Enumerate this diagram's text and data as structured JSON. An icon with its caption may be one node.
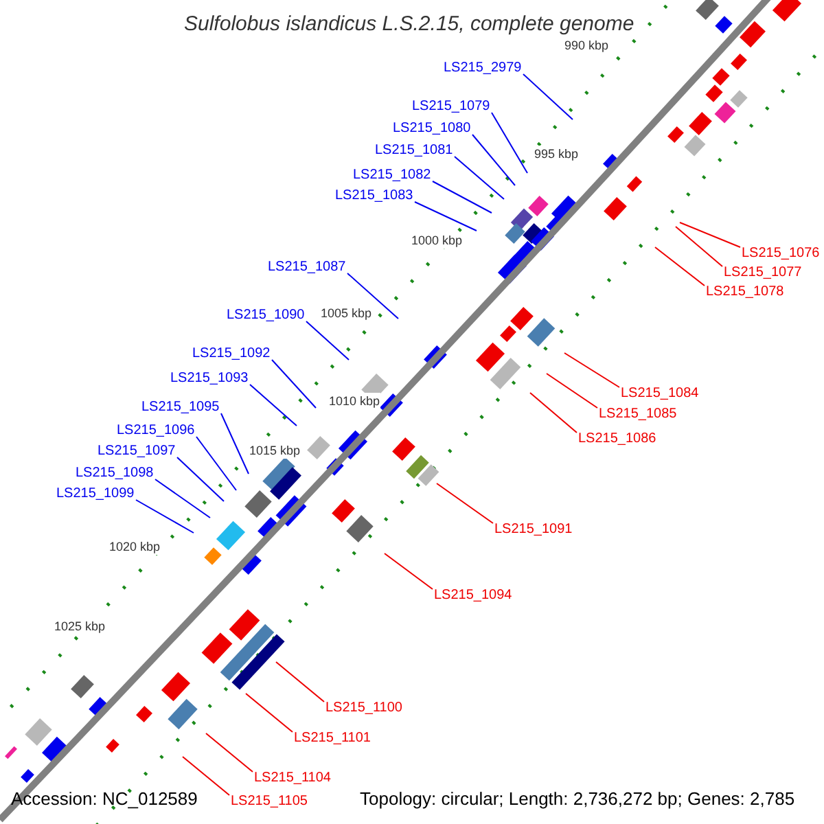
{
  "diagram": {
    "title": "Sulfolobus islandicus L.S.2.15, complete genome",
    "nodes": [
      {
        "text": [
          "LS215_2979"
        ]
      },
      {
        "text": [
          "LS215_1079"
        ]
      },
      {
        "text": [
          "LS215_1080"
        ]
      },
      {
        "text": [
          "LS215_1081"
        ]
      },
      {
        "text": [
          "LS215_1082"
        ]
      },
      {
        "text": [
          "LS215_1083"
        ]
      },
      {
        "text": [
          "LS215_1076"
        ]
      },
      {
        "text": [
          "LS215_1077"
        ]
      },
      {
        "text": [
          "LS215_1087"
        ]
      },
      {
        "text": [
          "LS215_1078"
        ]
      },
      {
        "text": [
          "LS215_1090"
        ]
      },
      {
        "text": [
          "LS215_1092"
        ]
      },
      {
        "text": [
          "LS215_1093"
        ]
      },
      {
        "text": [
          "LS215_1084"
        ]
      },
      {
        "text": [
          "LS215_1095"
        ]
      },
      {
        "text": [
          "LS215_1085"
        ]
      },
      {
        "text": [
          "LS215_1096"
        ]
      },
      {
        "text": [
          "LS215_1086"
        ]
      },
      {
        "text": [
          "LS215_1097"
        ]
      },
      {
        "text": [
          "LS215_1098"
        ]
      },
      {
        "text": [
          "LS215_1099"
        ]
      },
      {
        "text": [
          "LS215_1091"
        ]
      },
      {
        "text": [
          "LS215_1094"
        ]
      },
      {
        "text": [
          "LS215_1100"
        ]
      },
      {
        "text": [
          "LS215_1101"
        ]
      },
      {
        "text": [
          "LS215_1104"
        ]
      },
      {
        "text": [
          "LS215_1105"
        ]
      }
    ],
    "edges": [
      {
        "from": 0,
        "to": null,
        "arrow": "none"
      },
      {
        "from": 1,
        "to": null,
        "arrow": "none"
      },
      {
        "from": 2,
        "to": null,
        "arrow": "none"
      },
      {
        "from": 3,
        "to": null,
        "arrow": "none"
      },
      {
        "from": 4,
        "to": null,
        "arrow": "none"
      },
      {
        "from": 5,
        "to": null,
        "arrow": "none"
      },
      {
        "from": 6,
        "to": null,
        "arrow": "none",
        "color": "#ee0000"
      },
      {
        "from": 7,
        "to": null,
        "arrow": "none",
        "color": "#ee0000"
      },
      {
        "from": 8,
        "to": null,
        "arrow": "none"
      },
      {
        "from": 9,
        "to": null,
        "arrow": "none",
        "color": "#ee0000"
      },
      {
        "from": 10,
        "to": null,
        "arrow": "none"
      },
      {
        "from": 11,
        "to": null,
        "arrow": "none"
      },
      {
        "from": 12,
        "to": null,
        "arrow": "none"
      },
      {
        "from": 13,
        "to": null,
        "arrow": "none",
        "color": "#ee0000"
      },
      {
        "from": 14,
        "to": null,
        "arrow": "none"
      },
      {
        "from": 15,
        "to": null,
        "arrow": "none",
        "color": "#ee0000"
      },
      {
        "from": 16,
        "to": null,
        "arrow": "none"
      },
      {
        "from": 17,
        "to": null,
        "arrow": "none",
        "color": "#ee0000"
      },
      {
        "from": 18,
        "to": null,
        "arrow": "none"
      },
      {
        "from": 19,
        "to": null,
        "arrow": "none"
      },
      {
        "from": 20,
        "to": null,
        "arrow": "none"
      },
      {
        "from": 21,
        "to": null,
        "arrow": "none",
        "color": "#ee0000"
      },
      {
        "from": 22,
        "to": null,
        "arrow": "none",
        "color": "#ee0000"
      },
      {
        "from": 23,
        "to": null,
        "arrow": "none",
        "color": "#ee0000"
      },
      {
        "from": 24,
        "to": null,
        "arrow": "none",
        "color": "#ee0000"
      },
      {
        "from": 25,
        "to": null,
        "arrow": "none",
        "color": "#ee0000"
      },
      {
        "from": 26,
        "to": null,
        "arrow": "none",
        "color": "#ee0000"
      }
    ],
    "labels": [
      "990 kbp",
      "995 kbp",
      "1000 kbp",
      "1005 kbp",
      "1010 kbp",
      "1015 kbp",
      "1020 kbp",
      "1025 kbp",
      "Accession: NC_012589",
      "Topology: circular; Length: 2,736,272 bp; Genes: 2,785"
    ]
  }
}
